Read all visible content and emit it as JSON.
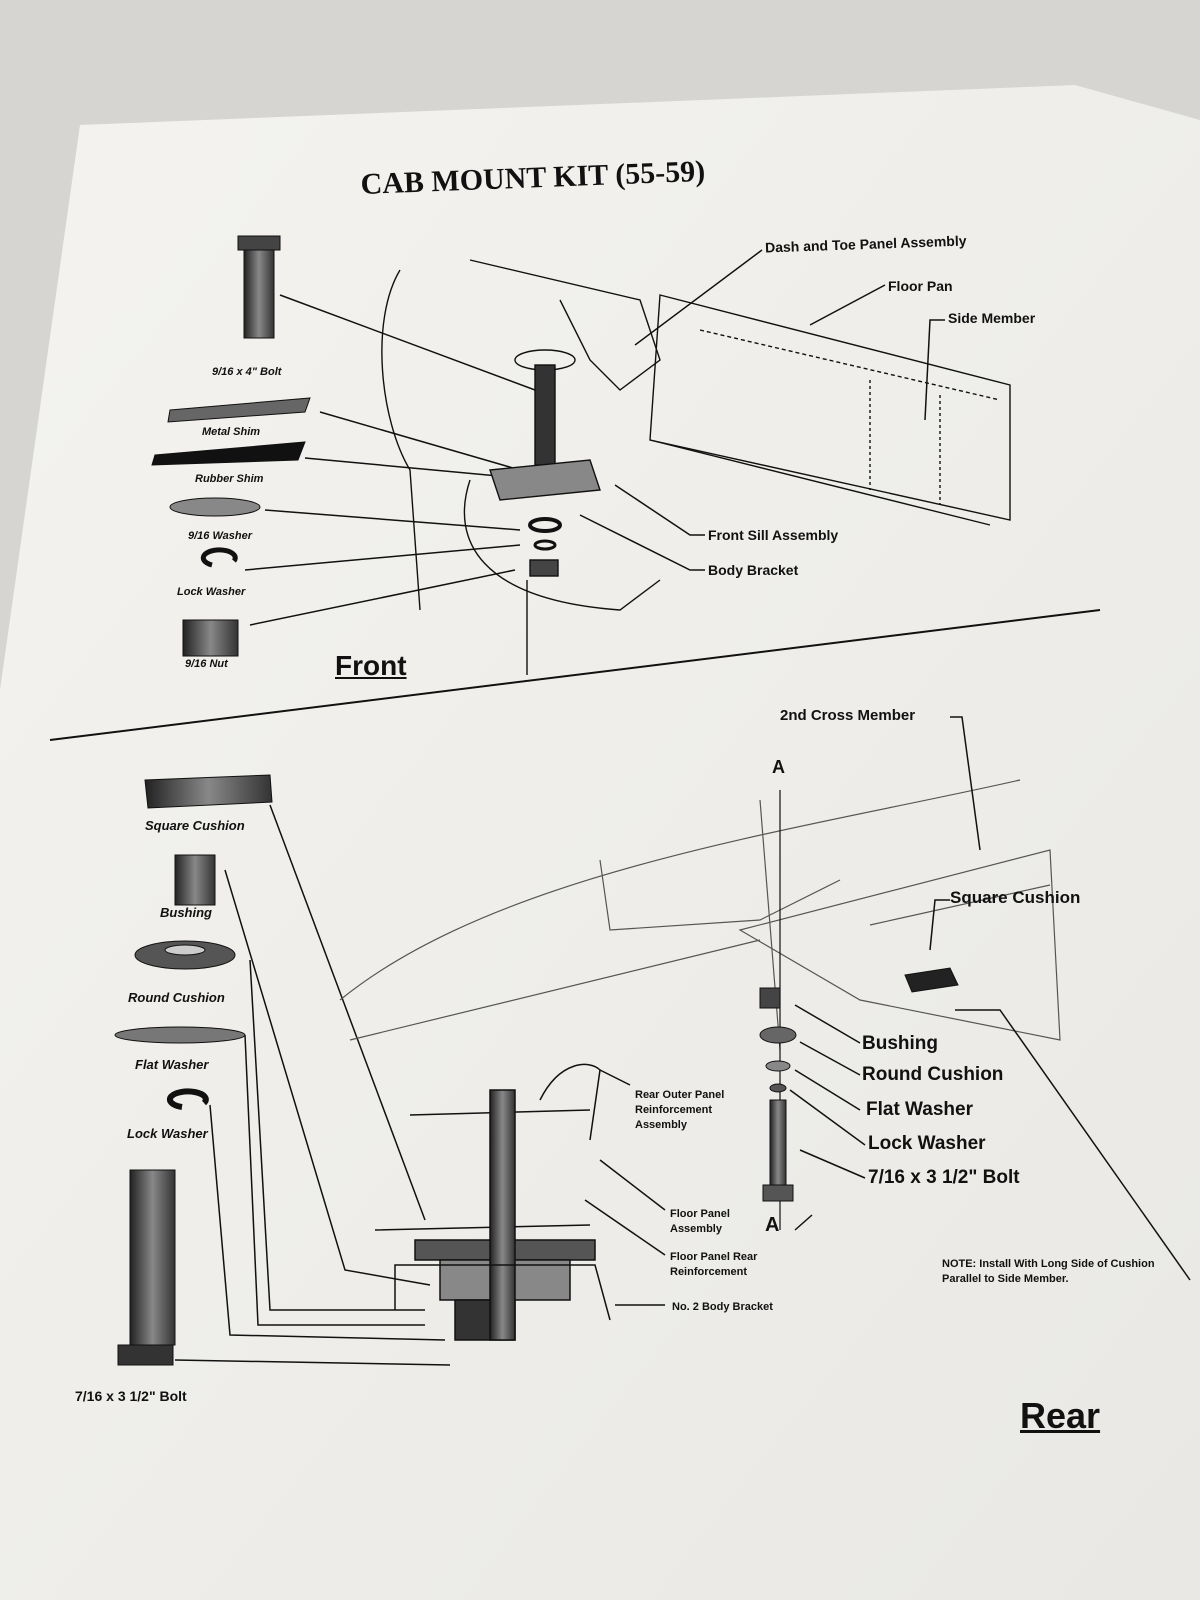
{
  "title": "CAB MOUNT KIT (55-59)",
  "front": {
    "section_label": "Front",
    "parts": [
      "9/16 x 4\" Bolt",
      "Metal Shim",
      "Rubber Shim",
      "9/16  Washer",
      "Lock Washer",
      "9/16 Nut"
    ],
    "callouts": [
      "Dash and Toe Panel Assembly",
      "Floor Pan",
      "Side Member",
      "Front Sill Assembly",
      "Body Bracket"
    ]
  },
  "rear": {
    "section_label": "Rear",
    "parts": [
      "Square Cushion",
      "Bushing",
      "Round Cushion",
      "Flat  Washer",
      "Lock Washer",
      "7/16 x 3 1/2\" Bolt"
    ],
    "callouts": [
      "2nd Cross Member",
      "Square Cushion",
      "Bushing",
      "Round Cushion",
      "Flat Washer",
      "Lock Washer",
      "7/16 x 3 1/2\" Bolt"
    ],
    "section_marks": [
      "A",
      "A"
    ],
    "detail_callouts": [
      "Rear Outer Panel Reinforcement Assembly",
      "Floor Panel Assembly",
      "Floor Panel Rear Reinforcement",
      "No. 2 Body Bracket"
    ],
    "note": "NOTE:  Install With Long Side of Cushion Parallel to Side Member."
  }
}
